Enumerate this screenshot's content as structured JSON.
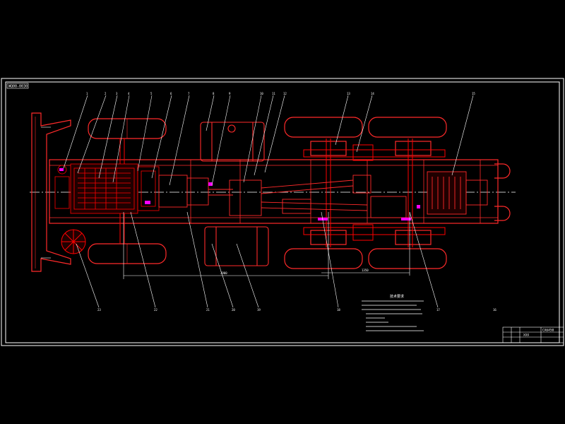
{
  "drawing": {
    "sheet_tag": "WQ00-0030",
    "notes_title": "技术要求",
    "colors": {
      "background": "#000000",
      "frame": "#ffffff",
      "outline": "#ff2a2a",
      "detail": "#ff0000",
      "center_line": "#ffffff",
      "leader": "#ffffff",
      "accent": "#ff00ff",
      "fill_dark": "#200000"
    },
    "callouts_top": [
      "1",
      "2",
      "3",
      "4",
      "5",
      "6",
      "7",
      "8",
      "9",
      "10",
      "11",
      "12",
      "13",
      "14",
      "15"
    ],
    "callouts_bottom": [
      "23",
      "22",
      "21",
      "20",
      "19",
      "18",
      "17",
      "16"
    ],
    "dimension_labels": [
      "3900",
      "1350"
    ],
    "title_block": {
      "line1": "CA6450",
      "line2": "XXX"
    }
  }
}
